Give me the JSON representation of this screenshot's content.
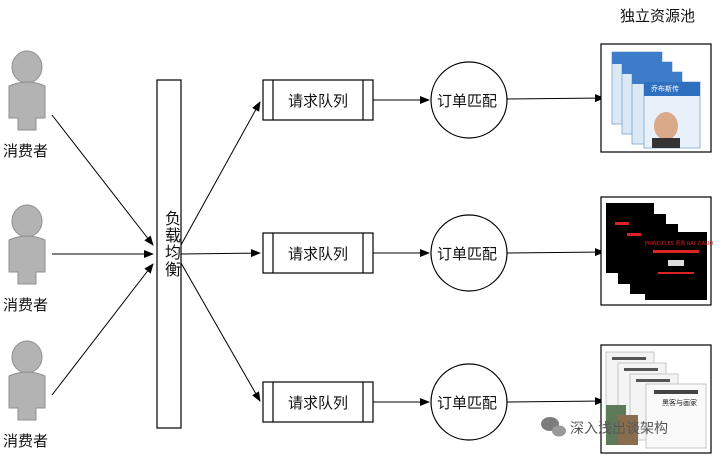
{
  "pool_title": "独立资源池",
  "consumers": [
    {
      "label": "消费者"
    },
    {
      "label": "消费者"
    },
    {
      "label": "消费者"
    }
  ],
  "load_balancer": {
    "label": "负载均衡"
  },
  "queues": [
    {
      "label": "请求队列"
    },
    {
      "label": "请求队列"
    },
    {
      "label": "请求队列"
    }
  ],
  "matchers": [
    {
      "label": "订单匹配"
    },
    {
      "label": "订单匹配"
    },
    {
      "label": "订单匹配"
    }
  ],
  "resources": [
    {
      "cover_text": "乔布斯传"
    },
    {
      "cover_text": "PRINCIPLES 原则 RAY DALIO"
    },
    {
      "cover_text": "黑客与画家"
    }
  ],
  "watermark": "深入浅出谈架构",
  "colors": {
    "person": "#b3b3b3",
    "person_outline": "#8f8f8f",
    "line": "#000000"
  }
}
